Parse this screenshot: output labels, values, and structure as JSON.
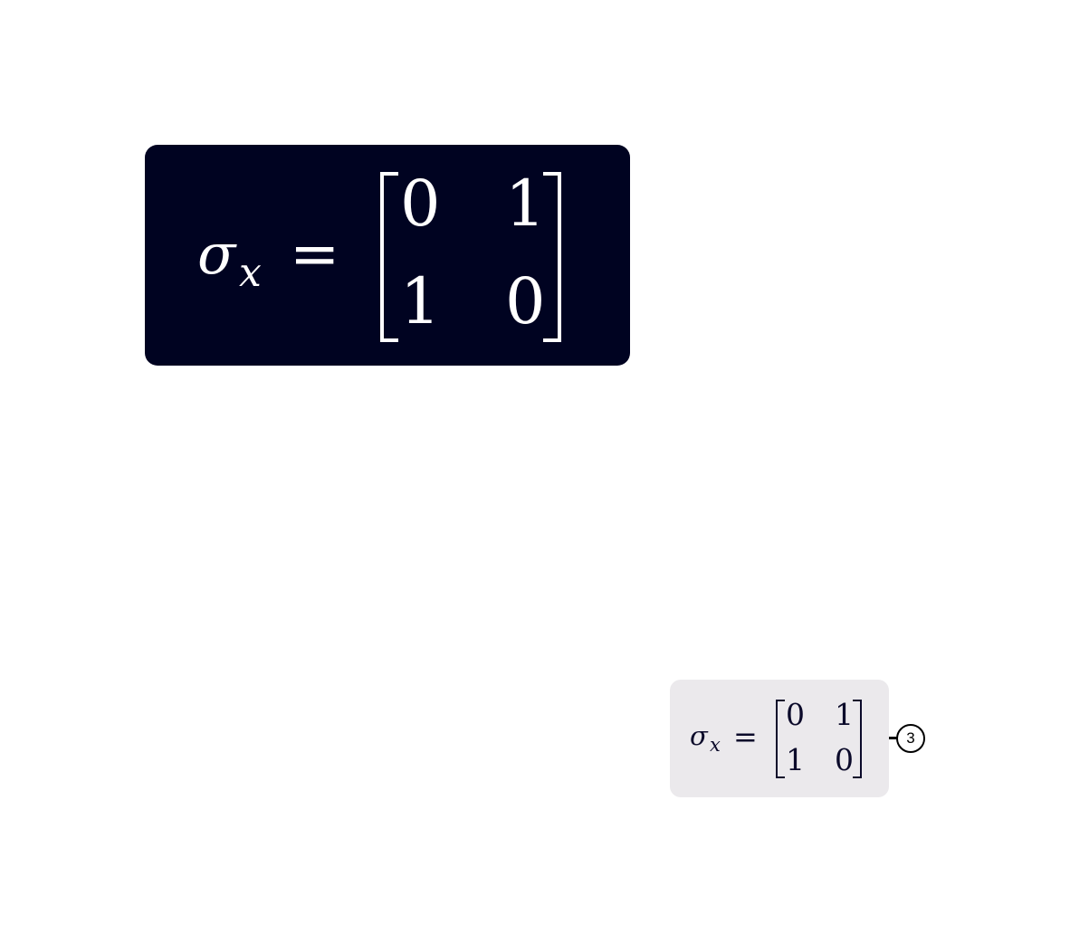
{
  "equation": {
    "symbol": "σ",
    "subscript": "x",
    "equals": "=",
    "matrix": {
      "r1c1": "0",
      "r1c2": "1",
      "r2c1": "1",
      "r2c2": "0"
    }
  },
  "callout": {
    "number": "3"
  },
  "colors": {
    "large_card_bg": "#000321",
    "small_card_bg": "#ebe9ec"
  }
}
